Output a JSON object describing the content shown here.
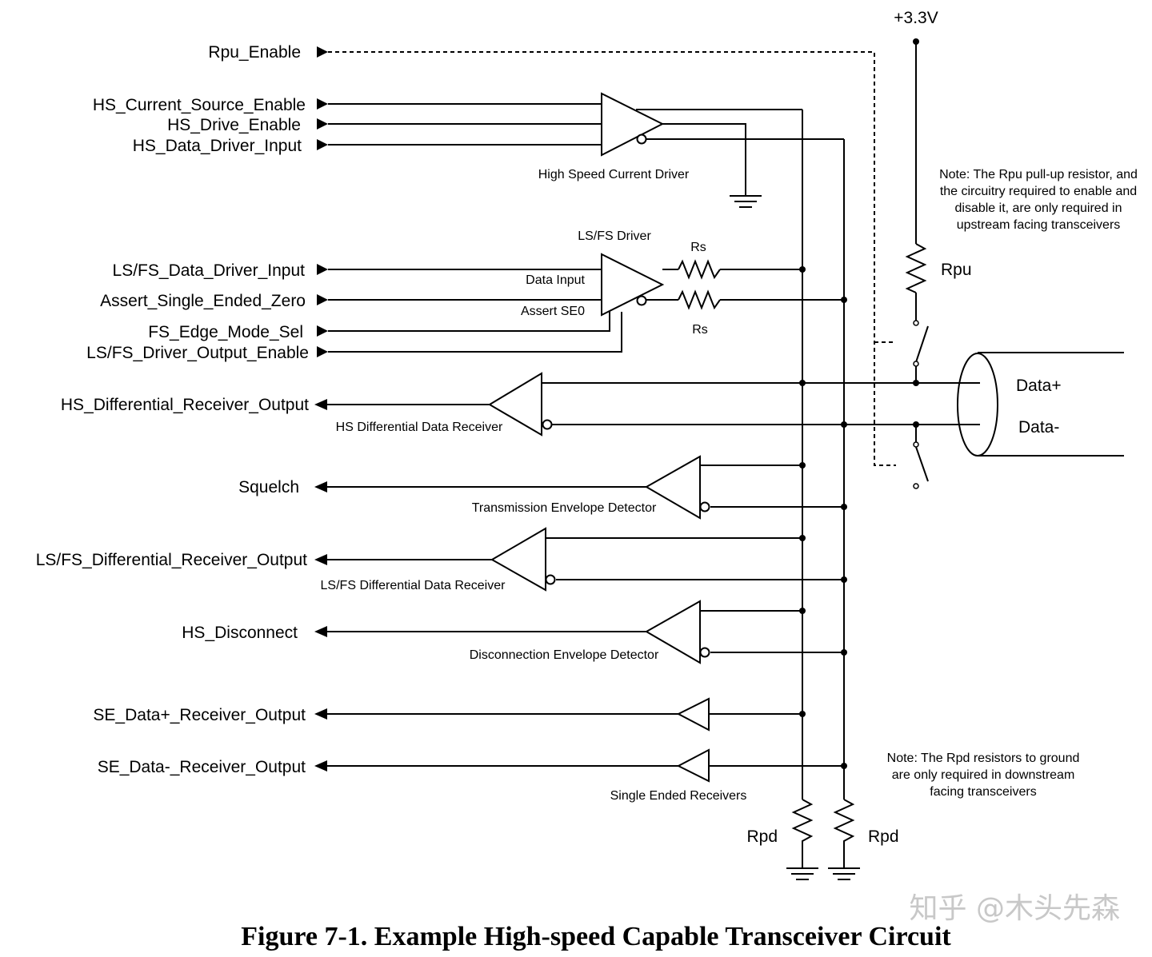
{
  "inputs": {
    "rpu_enable": "Rpu_Enable",
    "hs_current_source_enable": "HS_Current_Source_Enable",
    "hs_drive_enable": "HS_Drive_Enable",
    "hs_data_driver_input": "HS_Data_Driver_Input",
    "lsfs_data_driver_input": "LS/FS_Data_Driver_Input",
    "assert_single_ended_zero": "Assert_Single_Ended_Zero",
    "fs_edge_mode_sel": "FS_Edge_Mode_Sel",
    "lsfs_driver_output_enable": "LS/FS_Driver_Output_Enable"
  },
  "outputs": {
    "hs_differential_receiver_output": "HS_Differential_Receiver_Output",
    "squelch": "Squelch",
    "lsfs_differential_receiver_output": "LS/FS_Differential_Receiver_Output",
    "hs_disconnect": "HS_Disconnect",
    "se_data_plus_receiver_output": "SE_Data+_Receiver_Output",
    "se_data_minus_receiver_output": "SE_Data-_Receiver_Output"
  },
  "blocks": {
    "high_speed_current_driver": "High Speed Current Driver",
    "lsfs_driver": "LS/FS Driver",
    "data_input": "Data Input",
    "assert_se0": "Assert SE0",
    "hs_differential_data_receiver": "HS Differential Data Receiver",
    "transmission_envelope_detector": "Transmission Envelope Detector",
    "lsfs_differential_data_receiver": "LS/FS Differential Data Receiver",
    "disconnection_envelope_detector": "Disconnection Envelope Detector",
    "single_ended_receivers": "Single Ended Receivers"
  },
  "components": {
    "rs_top": "Rs",
    "rs_bottom": "Rs",
    "rpu": "Rpu",
    "rpd_left": "Rpd",
    "rpd_right": "Rpd",
    "supply": "+3.3V",
    "data_plus": "Data+",
    "data_minus": "Data-"
  },
  "notes": {
    "rpu_note": [
      "Note:  The Rpu pull-up resistor, and",
      "the circuitry required to enable and",
      "disable it, are only required in",
      "upstream facing transceivers"
    ],
    "rpd_note": [
      "Note:  The Rpd resistors to ground",
      "are only required in downstream",
      "facing transceivers"
    ]
  },
  "caption": "Figure 7-1.  Example High-speed Capable Transceiver Circuit",
  "watermark": "知乎 @木头先森"
}
